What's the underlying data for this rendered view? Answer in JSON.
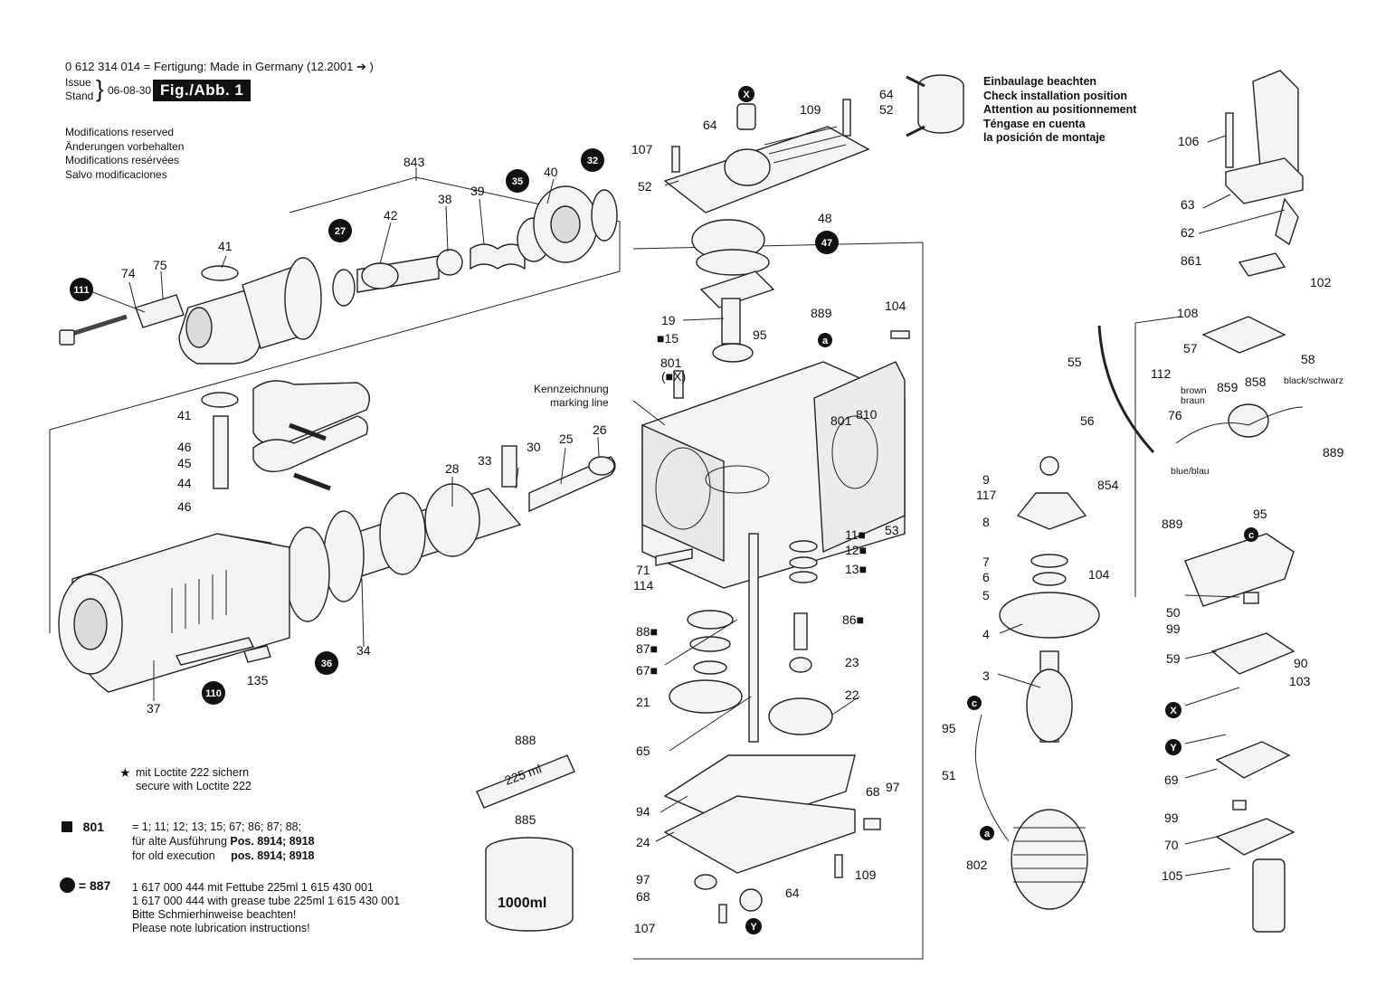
{
  "header": {
    "line1": "0 612 314 014 = Fertigung: Made in Germany (12.2001 ➔ )",
    "issue_label": "Issue",
    "stand_label": "Stand",
    "date": "06-08-30",
    "fig": "Fig./Abb. 1"
  },
  "modifications": [
    "Modifications reserved",
    "Änderungen vorbehalten",
    "Modifications resérvées",
    "Salvo modificaciones"
  ],
  "install_note": [
    "Einbaulage beachten",
    "Check installation position",
    "Attention au positionnement",
    "Téngase en cuenta",
    "la posición de montaje"
  ],
  "marking": [
    "Kennzeichnung",
    "marking line"
  ],
  "wire_colors": {
    "brown": "brown",
    "braun": "braun",
    "black": "black/schwarz",
    "blue": "blue/blau"
  },
  "grease": {
    "tube_label": "225 ml",
    "jar_label": "1000ml"
  },
  "legend": {
    "loctite": [
      "mit Loctite 222 sichern",
      "secure with Loctite 222"
    ],
    "k801_key": "801",
    "k801_eq": "= 1; 11; 12; 13; 15; 67; 86; 87; 88;",
    "k801_line2_pre": "für alte Ausführung ",
    "k801_line2_bold": "Pos. 8914; 8918",
    "k801_line3_pre": "for old execution     ",
    "k801_line3_bold": "pos. 8914; 8918",
    "k887_key": "= 887",
    "k887_lines": [
      "1 617 000 444 mit Fettube 225ml 1 615 430 001",
      "1 617 000 444 with grease tube 225ml 1 615 430 001",
      "Bitte Schmierhinweise beachten!",
      "Please note lubrication instructions!"
    ]
  },
  "labels": [
    {
      "t": "843"
    },
    {
      "t": "41"
    },
    {
      "t": "74"
    },
    {
      "t": "75"
    },
    {
      "t": "42"
    },
    {
      "t": "38"
    },
    {
      "t": "39"
    },
    {
      "t": "40"
    },
    {
      "t": "41"
    },
    {
      "t": "46"
    },
    {
      "t": "45"
    },
    {
      "t": "44"
    },
    {
      "t": "46"
    },
    {
      "t": "33"
    },
    {
      "t": "30"
    },
    {
      "t": "25"
    },
    {
      "t": "26"
    },
    {
      "t": "28"
    },
    {
      "t": "37"
    },
    {
      "t": "34"
    },
    {
      "t": "135"
    },
    {
      "t": "64"
    },
    {
      "t": "109"
    },
    {
      "t": "107"
    },
    {
      "t": "52"
    },
    {
      "t": "48"
    },
    {
      "t": "19"
    },
    {
      "t": "■15"
    },
    {
      "t": "95"
    },
    {
      "t": "889"
    },
    {
      "t": "104"
    },
    {
      "t": "801"
    },
    {
      "t": "(■X)"
    },
    {
      "t": "801"
    },
    {
      "t": "810"
    },
    {
      "t": "11■"
    },
    {
      "t": "12■"
    },
    {
      "t": "13■"
    },
    {
      "t": "53"
    },
    {
      "t": "71"
    },
    {
      "t": "114"
    },
    {
      "t": "88■"
    },
    {
      "t": "87■"
    },
    {
      "t": "67■"
    },
    {
      "t": "21"
    },
    {
      "t": "86■"
    },
    {
      "t": "23"
    },
    {
      "t": "22"
    },
    {
      "t": "65"
    },
    {
      "t": "94"
    },
    {
      "t": "24"
    },
    {
      "t": "68"
    },
    {
      "t": "97"
    },
    {
      "t": "97"
    },
    {
      "t": "68"
    },
    {
      "t": "109"
    },
    {
      "t": "64"
    },
    {
      "t": "107"
    },
    {
      "t": "888"
    },
    {
      "t": "885"
    },
    {
      "t": "64"
    },
    {
      "t": "52"
    },
    {
      "t": "106"
    },
    {
      "t": "63"
    },
    {
      "t": "62"
    },
    {
      "t": "861"
    },
    {
      "t": "102"
    },
    {
      "t": "108"
    },
    {
      "t": "57"
    },
    {
      "t": "55"
    },
    {
      "t": "112"
    },
    {
      "t": "58"
    },
    {
      "t": "858"
    },
    {
      "t": "859"
    },
    {
      "t": "76"
    },
    {
      "t": "56"
    },
    {
      "t": "889"
    },
    {
      "t": "854"
    },
    {
      "t": "9"
    },
    {
      "t": "117"
    },
    {
      "t": "8"
    },
    {
      "t": "7"
    },
    {
      "t": "6"
    },
    {
      "t": "104"
    },
    {
      "t": "5"
    },
    {
      "t": "4"
    },
    {
      "t": "3"
    },
    {
      "t": "95"
    },
    {
      "t": "51"
    },
    {
      "t": "802"
    },
    {
      "t": "889"
    },
    {
      "t": "95"
    },
    {
      "t": "50"
    },
    {
      "t": "99"
    },
    {
      "t": "59"
    },
    {
      "t": "90"
    },
    {
      "t": "103"
    },
    {
      "t": "69"
    },
    {
      "t": "99"
    },
    {
      "t": "70"
    },
    {
      "t": "105"
    }
  ],
  "callouts": [
    {
      "t": "111"
    },
    {
      "t": "27"
    },
    {
      "t": "35"
    },
    {
      "t": "32"
    },
    {
      "t": "36"
    },
    {
      "t": "110"
    },
    {
      "t": "X"
    },
    {
      "t": "47"
    },
    {
      "t": "Y"
    },
    {
      "t": "X"
    },
    {
      "t": "Y"
    }
  ],
  "markers": [
    {
      "t": "a"
    },
    {
      "t": "c"
    },
    {
      "t": "c"
    },
    {
      "t": "a"
    }
  ]
}
